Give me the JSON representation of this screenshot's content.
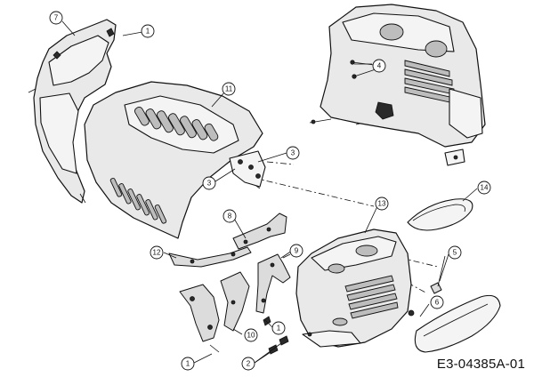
{
  "callouts": {
    "c1a": "1",
    "c7": "7",
    "c11": "11",
    "c3a": "3",
    "c3b": "3",
    "c4": "4",
    "c14": "14",
    "c13": "13",
    "c8": "8",
    "c12": "12",
    "c9": "9",
    "c5": "5",
    "c6": "6",
    "c10": "10",
    "c1b": "1",
    "c1c": "1",
    "c2": "2"
  },
  "reference_code": "E3-04385A-01"
}
